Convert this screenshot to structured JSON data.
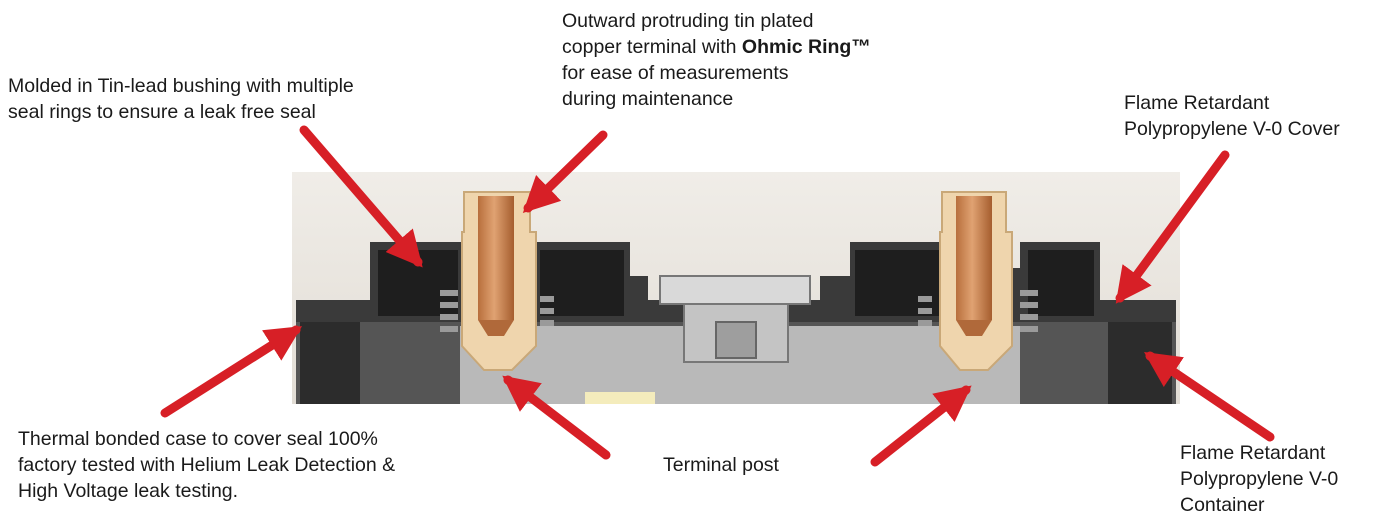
{
  "labels": {
    "bushing": [
      "Molded in Tin-lead bushing with multiple",
      "seal rings to ensure a leak free seal"
    ],
    "terminal": {
      "line1": "Outward protruding tin plated",
      "line2_prefix": "copper terminal with ",
      "line2_bold": "Ohmic Ring™",
      "line3": "for ease of measurements",
      "line4": "during maintenance"
    },
    "cover": [
      "Flame Retardant",
      "Polypropylene V-0 Cover"
    ],
    "thermal": [
      "Thermal bonded case to cover seal 100%",
      "factory tested with Helium Leak Detection &",
      "High Voltage leak testing."
    ],
    "post": "Terminal post",
    "container": [
      "Flame Retardant",
      "Polypropylene V-0",
      "Container"
    ]
  },
  "colors": {
    "arrow": "#d71f26",
    "housing_dark": "#3b3b3b",
    "housing_mid": "#5a5a5a",
    "terminal": "#efd5ad",
    "copper": "#c98552",
    "background_photo": "#ece8e2"
  }
}
